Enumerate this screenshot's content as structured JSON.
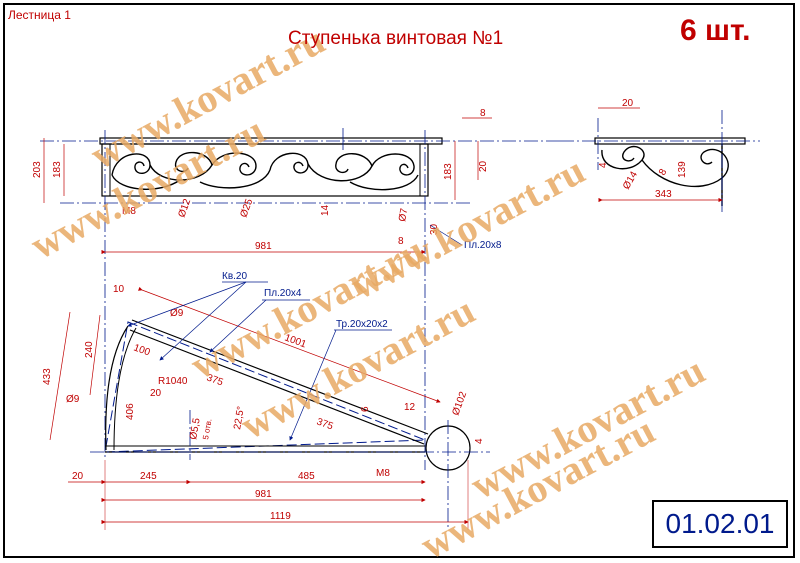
{
  "header": {
    "sheet_title": "Лестница 1",
    "part_title": "Ступенька винтовая №1",
    "quantity": "6 шт."
  },
  "drawing_code": "01.02.01",
  "watermark": "www.kovart.ru",
  "labels": {
    "kv20": "Кв.20",
    "pl20x4": "Пл.20х4",
    "pl20x8": "Пл.20х8",
    "tr20x20x2": "Тр.20х20х2"
  },
  "dims": {
    "top_view": {
      "d203": "203",
      "d183_left": "183",
      "m8": "M8",
      "phi12": "Ø12",
      "phi25": "Ø25",
      "d14": "14",
      "phi7": "Ø7",
      "d8_bottom": "8",
      "d30": "30",
      "d981": "981",
      "d183_right": "183",
      "d20": "20",
      "d8_top": "8"
    },
    "side_view": {
      "d20": "20",
      "d4": "4",
      "phi14": "Ø14",
      "d8_small": "8",
      "d343": "343",
      "d139": "139"
    },
    "plan_view": {
      "d10": "10",
      "phi9_top": "Ø9",
      "d240": "240",
      "d433": "433",
      "d100": "100",
      "r1040": "R1040",
      "d20_mid": "20",
      "d406": "406",
      "phi9_left": "Ø9",
      "d375_a": "375",
      "d375_b": "375",
      "d1001": "1001",
      "angle": "22,5°",
      "phi5_5": "Ø5,5",
      "holes": "5 отв.",
      "d6": "6",
      "d12": "12",
      "phi102": "Ø102",
      "d4": "4",
      "m8": "M8",
      "d20_bottom": "20",
      "d245": "245",
      "d485": "485",
      "d981": "981",
      "d1119": "1119"
    }
  },
  "colors": {
    "outline": "#000000",
    "dimension": "#c00000",
    "axis": "#001a8c",
    "watermark": "#e7a964"
  }
}
